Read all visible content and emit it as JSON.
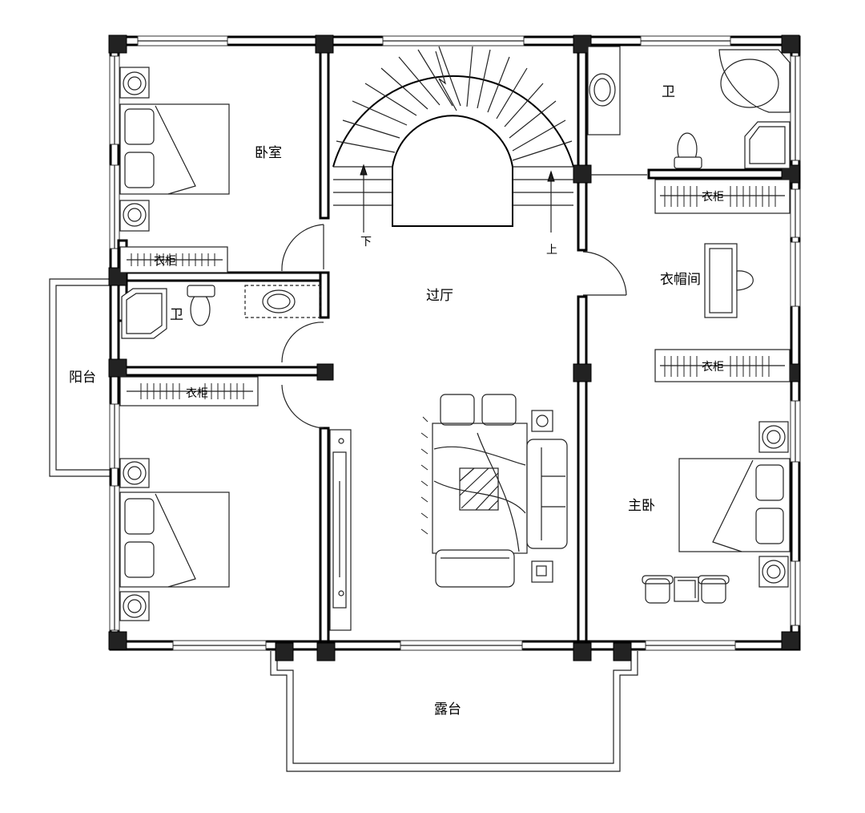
{
  "rooms": {
    "bedroom": "卧室",
    "bath_left": "卫",
    "balcony": "阳台",
    "hall": "过厅",
    "bath_right": "卫",
    "cloakroom": "衣帽间",
    "master_bedroom": "主卧",
    "terrace": "露台"
  },
  "wardrobes": {
    "top_left": "衣柜",
    "middle_left": "衣柜",
    "right_top": "衣柜",
    "right_middle": "衣柜"
  },
  "stair": {
    "down": "下",
    "up": "上"
  }
}
